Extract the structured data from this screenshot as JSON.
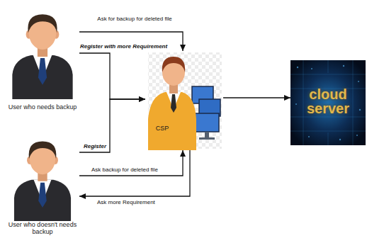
{
  "diagram": {
    "nodes": [
      {
        "text": [
          "User who needs backup"
        ]
      },
      {
        "text": [
          "CSP"
        ]
      },
      {
        "text": [
          "cloud server"
        ]
      },
      {
        "text": [
          "User who doesn't needs backup"
        ]
      }
    ],
    "edges": [
      {
        "from": 0,
        "to": 1,
        "arrow": "to",
        "label": "Ask for backup for deleted file"
      },
      {
        "from": 0,
        "to": 1,
        "arrow": "to",
        "label": "Register with more Requirement"
      },
      {
        "from": 3,
        "to": 1,
        "arrow": "to",
        "label": "Register"
      },
      {
        "from": 3,
        "to": 1,
        "arrow": "to",
        "label": "Ask backup for deleted file"
      },
      {
        "from": 1,
        "to": 3,
        "arrow": "to",
        "label": "Ask more Requirement"
      },
      {
        "from": 1,
        "to": 2,
        "arrow": "to"
      }
    ]
  }
}
